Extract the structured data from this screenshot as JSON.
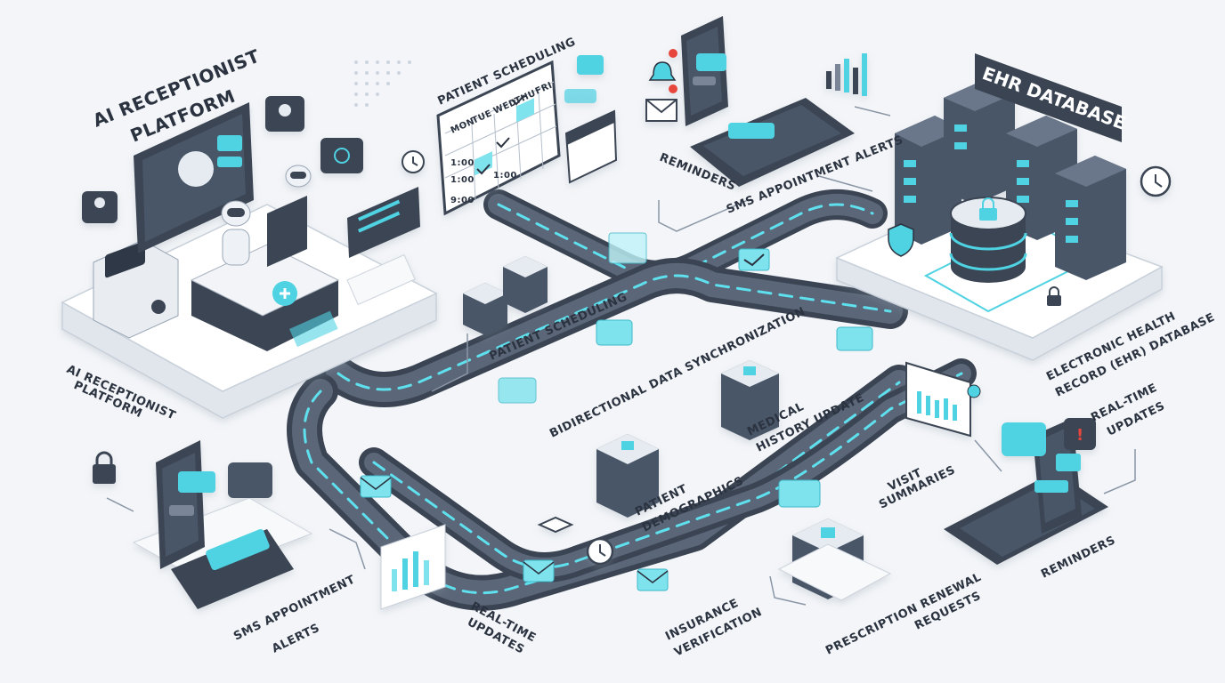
{
  "labels": {
    "ai_platform_title_line1": "AI RECEPTIONIST",
    "ai_platform_title_line2": "PLATFORM",
    "ai_platform_label_line1": "AI RECEPTIONIST",
    "ai_platform_label_line2": "PLATFORM",
    "patient_scheduling_top": "PATIENT SCHEDULING",
    "patient_scheduling_mid": "PATIENT SCHEDULING",
    "reminders_top": "REMINDERS",
    "sms_alerts_top": "SMS APPOINTMENT ALERTS",
    "ehr_database_title": "EHR DATABASE",
    "ehr_label_line1": "ELECTRONIC HEALTH",
    "ehr_label_line2": "RECORD (EHR) DATABASE",
    "bidirectional_sync": "BIDIRECTIONAL DATA SYNCHRONIZATION",
    "medical_history_line1": "MEDICAL",
    "medical_history_line2": "HISTORY UPDATE",
    "patient_demographics_line1": "PATIENT",
    "patient_demographics_line2": "DEMOGRAPHICS",
    "visit_summaries_line1": "VISIT",
    "visit_summaries_line2": "SUMMARIES",
    "realtime_updates_right_line1": "REAL-TIME",
    "realtime_updates_right_line2": "UPDATES",
    "reminders_right": "REMINDERS",
    "sms_alerts_bottom_line1": "SMS APPOINTMENT",
    "sms_alerts_bottom_line2": "ALERTS",
    "realtime_updates_bottom_line1": "REAL-TIME",
    "realtime_updates_bottom_line2": "UPDATES",
    "insurance_verification_line1": "INSURANCE",
    "insurance_verification_line2": "VERIFICATION",
    "prescription_renewal_line1": "PRESCRIPTION RENEWAL",
    "prescription_renewal_line2": "REQUESTS"
  },
  "calendar": {
    "days": [
      "MON",
      "TUE",
      "WED",
      "THU",
      "FRI"
    ],
    "times": [
      "1:00",
      "1:00",
      "9:00"
    ],
    "cell_time": "1:00"
  },
  "colors": {
    "accent": "#4fd2e2",
    "dark": "#3a4453",
    "background": "#f3f5f8",
    "alert": "#e8453c"
  },
  "icons": [
    "robot-icon",
    "lock-icon",
    "shield-icon",
    "clock-icon",
    "envelope-icon",
    "bell-icon",
    "chat-bubble-icon",
    "bar-chart-icon",
    "calendar-icon",
    "database-icon",
    "server-icon",
    "smartphone-icon",
    "tablet-icon",
    "medical-cross-icon"
  ]
}
